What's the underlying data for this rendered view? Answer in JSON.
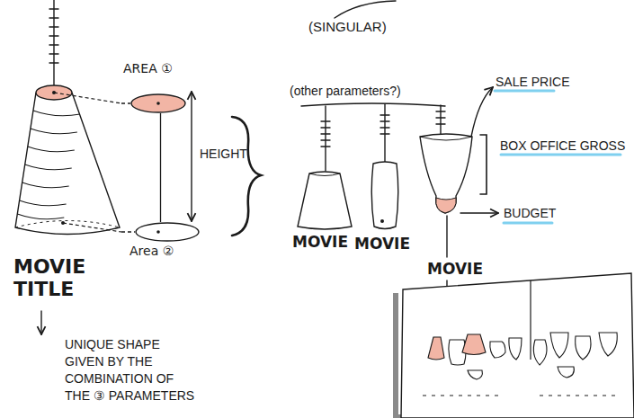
{
  "diagram": {
    "nodes": [
      {
        "text": [
          "MOVIE TITLE"
        ]
      },
      {
        "text": [
          "AREA ①"
        ]
      },
      {
        "text": [
          "Area ②"
        ]
      },
      {
        "text": [
          "MOVIE"
        ]
      },
      {
        "text": [
          "MOVIE"
        ]
      },
      {
        "text": [
          "MOVIE"
        ]
      }
    ],
    "edges": [
      {
        "from": 0,
        "to": 1,
        "arrow": "none"
      },
      {
        "from": 0,
        "to": 2,
        "arrow": "none"
      },
      {
        "from": 1,
        "to": 2,
        "arrow": "none"
      }
    ],
    "labels": [
      "(SINGULAR)",
      "HEIGHT",
      "(other parameters?)",
      "SALE PRICE",
      "BOX OFFICE GROSS",
      "BUDGET",
      "UNIQUE SHAPE GIVEN BY THE COMBINATION OF THE ③ PARAMETERS"
    ]
  }
}
